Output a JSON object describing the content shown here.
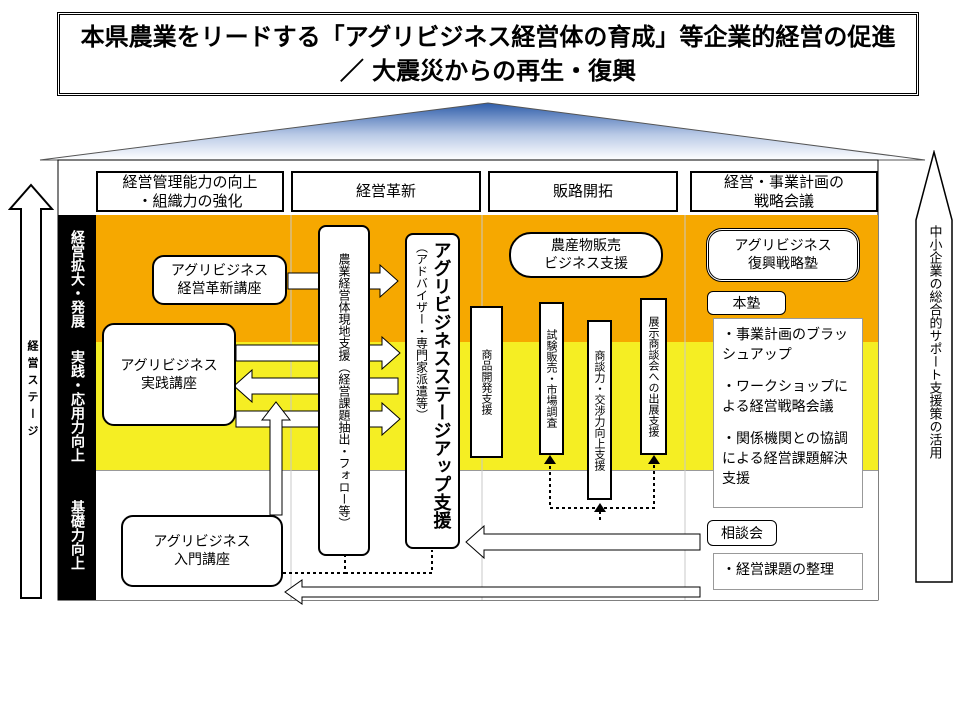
{
  "title": {
    "line1": "本県農業をリードする「アグリビジネス経営体の育成」等企業的経営の促進",
    "line2": "／ 大震災からの再生・復興"
  },
  "columns": [
    {
      "label": "経営管理能力の向上\n・組織力の強化"
    },
    {
      "label": "経営革新"
    },
    {
      "label": "販路開拓"
    },
    {
      "label": "経営・事業計画の\n戦略会議"
    }
  ],
  "stages": {
    "axis_label": "経営ステージ",
    "rows": [
      {
        "label": "経営拡大・発展"
      },
      {
        "label": "実践・応用力向上"
      },
      {
        "label": "基礎力向上"
      }
    ]
  },
  "programs": {
    "innovation_course": "アグリビジネス\n経営革新講座",
    "practice_course": "アグリビジネス\n実践講座",
    "intro_course": "アグリビジネス\n入門講座",
    "onsite_support": "農業経営体現地支援（経営課題抽出・フォロー等）",
    "stepup_title": "アグリビジネスステージアップ支援",
    "stepup_sub": "（アドバイザー・専門家派遣等）",
    "sales_support": "農産物販売\nビジネス支援",
    "product_dev": "商品開発支援",
    "market_research": "試験販売・市場調査",
    "negotiation": "商談力・交渉力向上支援",
    "trade_show": "展示商談会への出展支援",
    "recovery_school": "アグリビジネス\n復興戦略塾"
  },
  "honjuku": {
    "tag": "本塾",
    "items": [
      "・事業計画のブラッシュアップ",
      "・ワークショップによる経営戦略会議",
      "・関係機関との協調による経営課題解決支援"
    ]
  },
  "consultation": {
    "tag": "相談会",
    "item": "・経営課題の整理"
  },
  "side_note": "中小企業の総合的サポート支援策の活用",
  "colors": {
    "orange_band": "#F6A800",
    "yellow_band": "#F5EE23",
    "roof_blue": "#2E5DAA"
  }
}
